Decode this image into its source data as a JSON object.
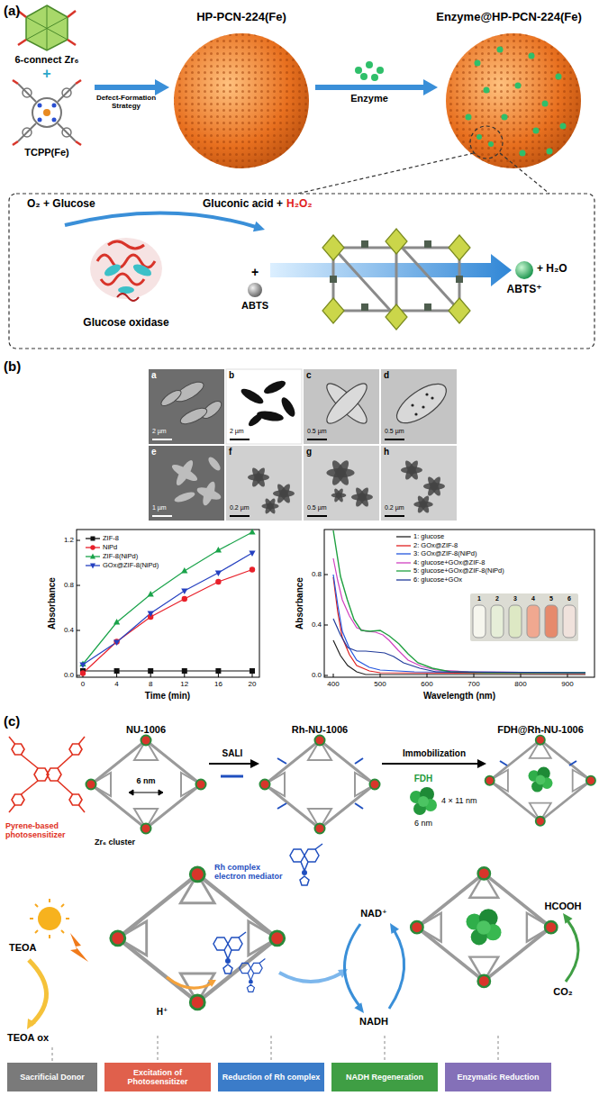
{
  "diagram": {
    "nodes": [
      {
        "text": [
          "Sacrificial Donor"
        ]
      },
      {
        "text": [
          "Excitation of Photosensitizer"
        ]
      },
      {
        "text": [
          "Reduction of Rh complex"
        ]
      },
      {
        "text": [
          "NADH Regeneration"
        ]
      },
      {
        "text": [
          "Enzymatic Reduction"
        ]
      }
    ],
    "labels": [
      "(a)",
      "6-connect Zr₆",
      "+",
      "TCPP(Fe)",
      "Defect-Formation Strategy",
      "HP-PCN-224(Fe)",
      "Enzyme@HP-PCN-224(Fe)",
      "Enzyme",
      "O₂ + Glucose",
      "Gluconic acid +",
      "H₂O₂",
      "+",
      "ABTS",
      "Glucose oxidase",
      "ABTS⁺",
      "+ H₂O",
      "(b)",
      "a",
      "b",
      "c",
      "d",
      "e",
      "f",
      "g",
      "h",
      "2 µm",
      "2 µm",
      "0.5 µm",
      "0.5 µm",
      "1 µm",
      "0.2 µm",
      "0.5 µm",
      "0.2 µm",
      "Absorbance",
      "Time (min)",
      "0.0",
      "0.4",
      "0.8",
      "1.2",
      "0",
      "4",
      "8",
      "12",
      "16",
      "20",
      "Absorbance",
      "Wavelength (nm)",
      "0.0",
      "0.4",
      "0.8",
      "400",
      "500",
      "600",
      "700",
      "800",
      "900",
      "1",
      "2",
      "3",
      "4",
      "5",
      "6",
      "(c)",
      "NU-1006",
      "6 nm",
      "Pyrene-based photosensitizer",
      "Zr₆ cluster",
      "SALI",
      "Rh-NU-1006",
      "Rh complex electron mediator",
      "Immobilization",
      "FDH",
      "4 × 11 nm",
      "6 nm",
      "FDH@Rh-NU-1006",
      "TEOA",
      "TEOA ox",
      "H⁺",
      "NAD⁺",
      "NADH",
      "HCOOH",
      "CO₂"
    ],
    "legend": [
      {
        "text": "ZIF-8"
      },
      {
        "text": "NiPd"
      },
      {
        "text": "ZIF-8(NiPd)"
      },
      {
        "text": "GOx@ZIF-8(NiPd)"
      },
      {
        "text": "1: glucose"
      },
      {
        "text": "2: GOx@ZIF-8"
      },
      {
        "text": "3: GOx@ZIF-8(NiPd)"
      },
      {
        "text": "4: glucose+GOx@ZIF-8"
      },
      {
        "text": "5: glucose+GOx@ZIF-8(NiPd)"
      },
      {
        "text": "6: glucose+GOx"
      }
    ]
  }
}
